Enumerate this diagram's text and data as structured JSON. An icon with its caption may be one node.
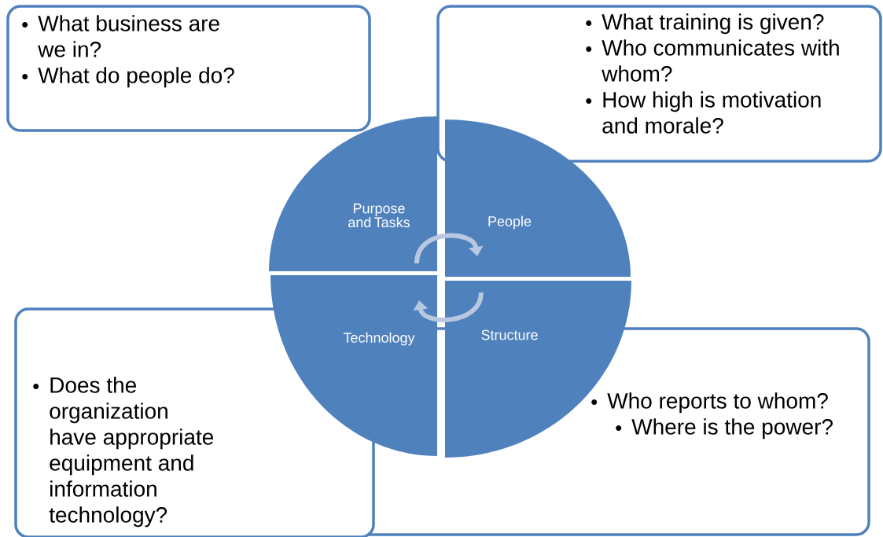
{
  "diagram": {
    "nodes": [
      {
        "text": [
          "What business are we in?",
          "What do people do?"
        ]
      },
      {
        "text": [
          "What training is given?",
          "Who communicates with whom?",
          "How high is motivation and morale?"
        ]
      },
      {
        "text": [
          "Does the organization have appropriate equipment and information technology?"
        ]
      },
      {
        "text": [
          "Who reports to whom?",
          "Where is the power?"
        ]
      },
      {
        "text": [
          "Purpose and Tasks"
        ]
      },
      {
        "text": [
          "People"
        ]
      },
      {
        "text": [
          "Technology"
        ]
      },
      {
        "text": [
          "Structure"
        ]
      }
    ],
    "edges": [
      {
        "from": 4,
        "to": 5,
        "arrow": "to"
      },
      {
        "from": 7,
        "to": 6,
        "arrow": "to"
      }
    ]
  }
}
